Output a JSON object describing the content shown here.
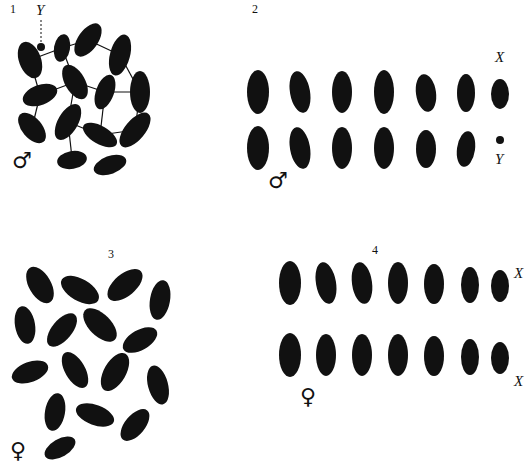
{
  "diagram": {
    "labels": [
      "1",
      "Y",
      "2",
      "X",
      "♂",
      "♂",
      "Y",
      "3",
      "4",
      "X",
      "♀",
      "♀",
      "X"
    ]
  }
}
